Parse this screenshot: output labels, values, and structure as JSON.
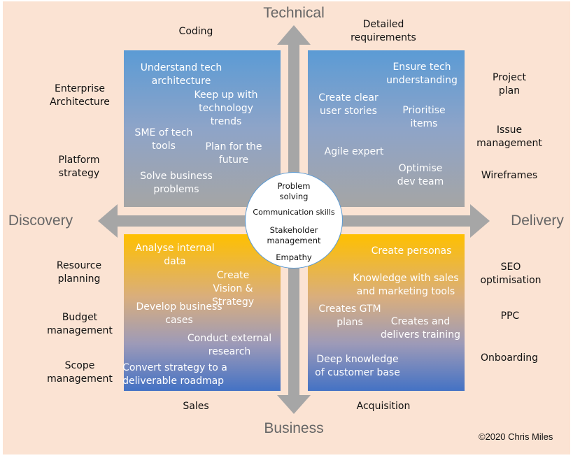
{
  "axes": {
    "top": "Technical",
    "bottom": "Business",
    "left": "Discovery",
    "right": "Delivery"
  },
  "colors": {
    "background": "#fbe3d3",
    "arrow": "#a6a6a6",
    "top_quadrant_start": "#5b9bd5",
    "top_quadrant_end": "#a5a5a5",
    "bottom_quadrant_start": "#ffc000",
    "bottom_quadrant_end": "#4472c4",
    "circle_border": "#5b9bd5"
  },
  "center_circle": {
    "items": [
      "Problem\nsolving",
      "Communication skills",
      "Stakeholder\nmanagement",
      "Empathy"
    ]
  },
  "quadrants": {
    "top_left": {
      "skills": [
        "Understand tech\narchitecture",
        "Keep up with\ntechnology\ntrends",
        "SME of tech\ntools",
        "Plan for the\nfuture",
        "Solve business\nproblems"
      ]
    },
    "top_right": {
      "skills": [
        "Ensure tech\nunderstanding",
        "Create clear\nuser stories",
        "Prioritise\nitems",
        "Agile expert",
        "Optimise\ndev team"
      ]
    },
    "bottom_left": {
      "skills": [
        "Analyse internal\ndata",
        "Create\nVision &\nStrategy",
        "Develop business\ncases",
        "Conduct external\nresearch",
        "Convert strategy to a\ndeliverable roadmap"
      ]
    },
    "bottom_right": {
      "skills": [
        "Create personas",
        "Knowledge with sales\nand marketing tools",
        "Creates GTM\nplans",
        "Creates and\ndelivers training",
        "Deep knowledge\nof customer base"
      ]
    }
  },
  "outer_labels": {
    "top_left": "Coding",
    "top_right": "Detailed\nrequirements",
    "left_top": [
      "Enterprise\nArchitecture",
      "Platform\nstrategy"
    ],
    "left_bottom": [
      "Resource\nplanning",
      "Budget\nmanagement",
      "Scope\nmanagement"
    ],
    "right_top": [
      "Project\nplan",
      "Issue\nmanagement",
      "Wireframes"
    ],
    "right_bottom": [
      "SEO\noptimisation",
      "PPC",
      "Onboarding"
    ],
    "bottom_left": "Sales",
    "bottom_right": "Acquisition"
  },
  "copyright": "©2020 Chris Miles"
}
